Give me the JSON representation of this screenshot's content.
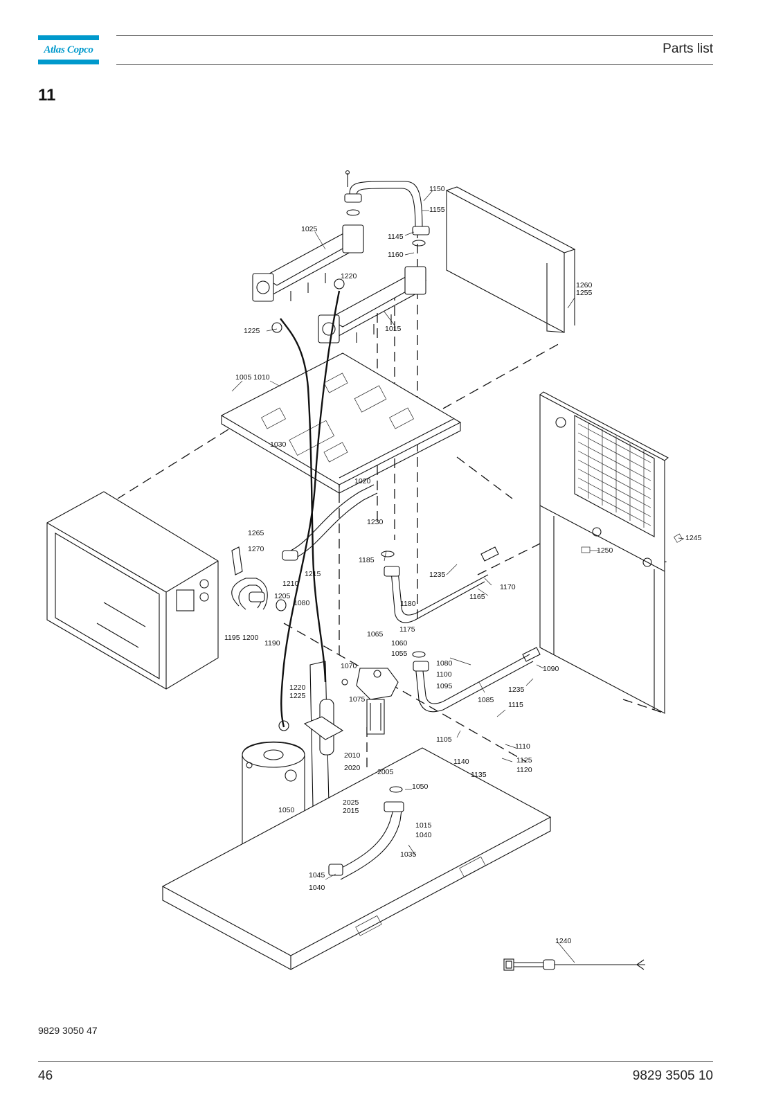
{
  "header": {
    "brand": "Atlas Copco",
    "section_title": "Parts list"
  },
  "chapter_number": "11",
  "diagram": {
    "callouts": {
      "c1150": "1150",
      "c1155": "1155",
      "c1145": "1145",
      "c1160": "1160",
      "c1025": "1025",
      "c1220a": "1220",
      "c1260": "1260",
      "c1255": "1255",
      "c1225a": "1225",
      "c1015": "1015",
      "c1005": "1005 1010",
      "c1030": "1030",
      "c1020": "1020",
      "c1230": "1230",
      "c1245": "1245",
      "c1250": "1250",
      "c1265": "1265",
      "c1270": "1270",
      "c1215": "1215",
      "c1185": "1185",
      "c1235a": "1235",
      "c1170": "1170",
      "c1210": "1210",
      "c1205": "1205",
      "c1080a": "1080",
      "c1165": "1165",
      "c1180": "1180",
      "c1175": "1175",
      "c1195": "1195",
      "c1200": "1200",
      "c1190": "1190",
      "c1065": "1065",
      "c1060": "1060",
      "c1055": "1055",
      "c1070": "1070",
      "c1080b": "1080",
      "c1100": "1100",
      "c1095": "1095",
      "c1090": "1090",
      "c1235b": "1235",
      "c1220b": "1220",
      "c1225b": "1225",
      "c1075": "1075",
      "c1085": "1085",
      "c1115": "1115",
      "c1105": "1105",
      "c1110": "1110",
      "c2010": "2010",
      "c1140": "1140",
      "c1125": "1125",
      "c2020": "2020",
      "c2005": "2005",
      "c1135": "1135",
      "c1120": "1120",
      "c1050a": "1050",
      "c2025": "2025",
      "c2015": "2015",
      "c1050b": "1050",
      "c1015b": "1015",
      "c1040a": "1040",
      "c1035": "1035",
      "c1045": "1045",
      "c1040b": "1040",
      "c1240": "1240"
    }
  },
  "footer": {
    "doc_code": "9829 3050 47",
    "page_number": "46",
    "document_number": "9829 3505 10"
  }
}
